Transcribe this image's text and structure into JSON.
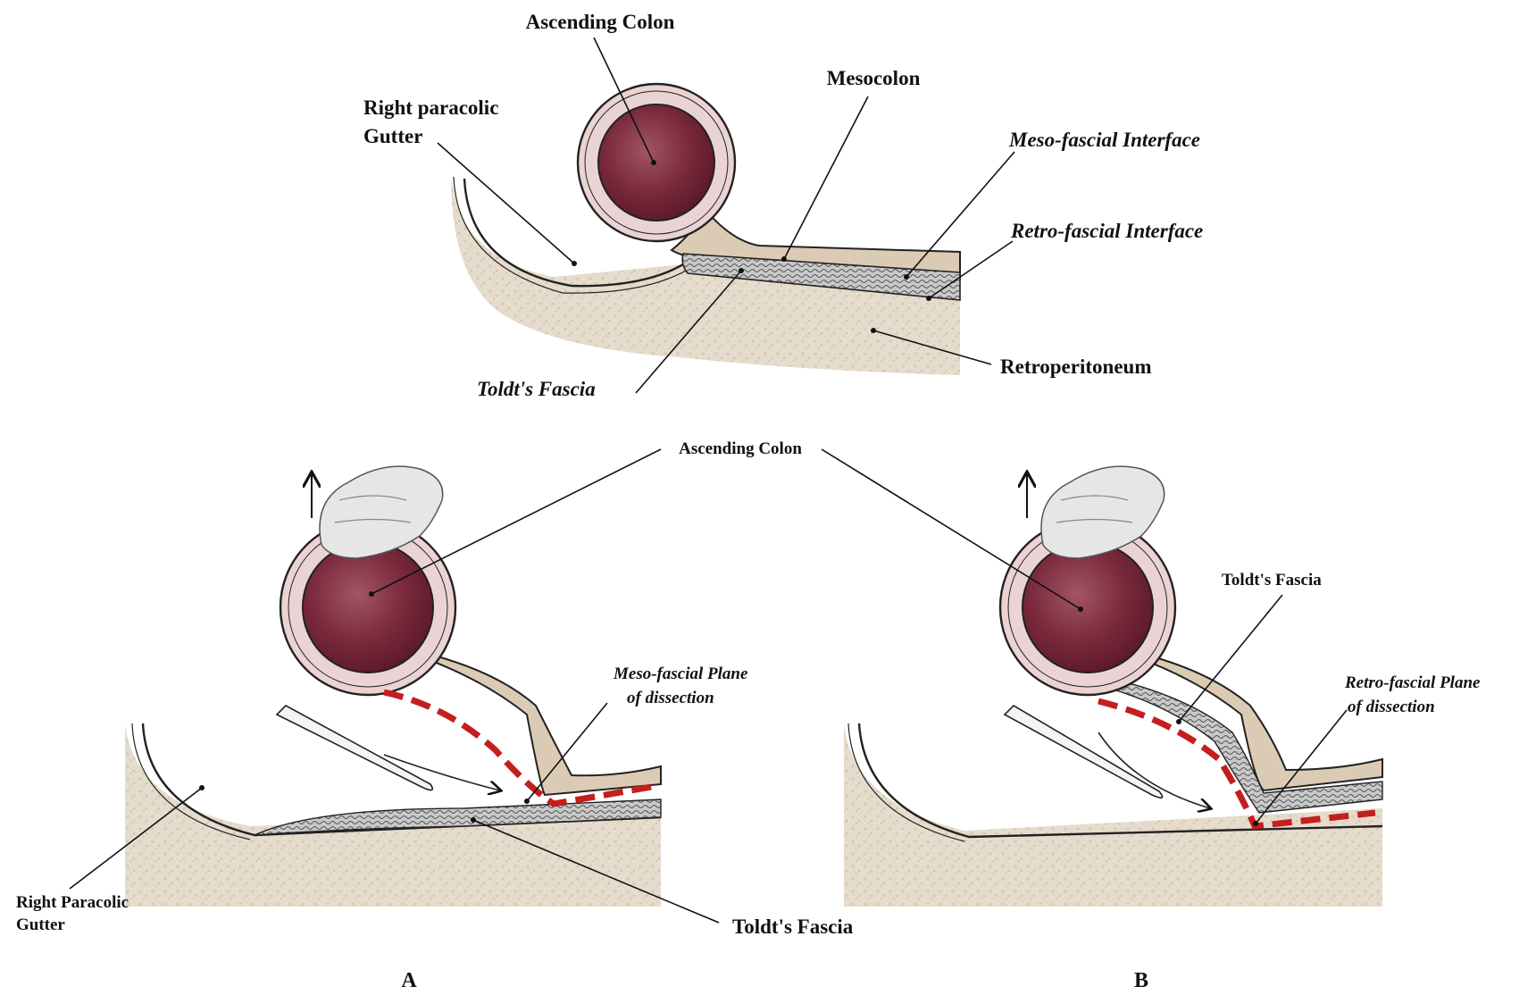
{
  "top": {
    "ascending_colon": "Ascending Colon",
    "mesocolon": "Mesocolon",
    "right_paracolic_line1": "Right paracolic",
    "right_paracolic_line2": "Gutter",
    "meso_fascial": "Meso-fascial Interface",
    "retro_fascial": "Retro-fascial Interface",
    "retroperitoneum": "Retroperitoneum",
    "toldts_fascia": "Toldt's Fascia"
  },
  "bottom": {
    "ascending_colon": "Ascending Colon",
    "a": {
      "plane_line1": "Meso-fascial Plane",
      "plane_line2": "of dissection",
      "gutter_line1": "Right Paracolic",
      "gutter_line2": "Gutter",
      "toldts_fascia": "Toldt's Fascia",
      "label": "A"
    },
    "b": {
      "toldts_fascia": "Toldt's Fascia",
      "plane_line1": "Retro-fascial Plane",
      "plane_line2": "of dissection",
      "label": "B"
    }
  },
  "colors": {
    "lumen": "#7a2a3c",
    "wall": "#ead3d3",
    "tissue": "#e2d6c4",
    "mesentery": "#dccbb4",
    "fascia": "#9a9a9a",
    "dissection": "#c41e1e"
  }
}
